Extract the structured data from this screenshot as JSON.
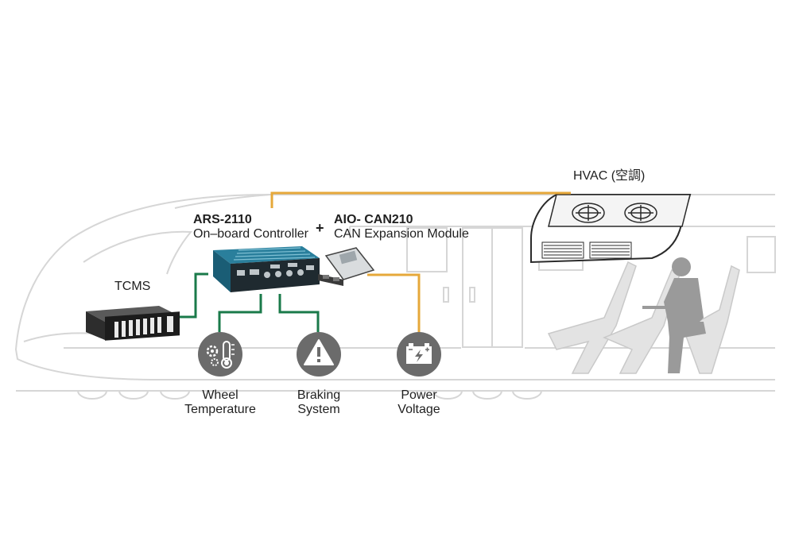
{
  "labels": {
    "hvac": "HVAC (空調)",
    "ars_model": "ARS-2110",
    "ars_desc": "On–board Controller",
    "plus": "+",
    "aio_model": "AIO- CAN210",
    "aio_desc": "CAN Expansion Module",
    "tcms": "TCMS",
    "wheel_line1": "Wheel",
    "wheel_line2": "Temperature",
    "braking_line1": "Braking",
    "braking_line2": "System",
    "power_line1": "Power",
    "power_line2": "Voltage"
  },
  "icons": {
    "wheel": "thermometer-gear-icon",
    "braking": "warning-icon",
    "power": "battery-icon"
  },
  "colors": {
    "train_outline": "#d6d6d6",
    "green_link": "#1a7a4a",
    "orange_link": "#e6a83a",
    "icon_circle": "#6b6b6b",
    "device_teal": "#1f6f8b",
    "text": "#1f1f1f"
  }
}
